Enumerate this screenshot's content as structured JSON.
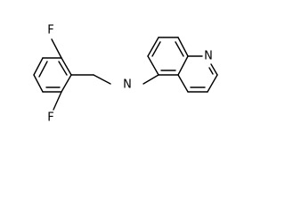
{
  "molecule": {
    "atoms": {
      "f_top": "F",
      "f_bottom": "F",
      "amine": "N",
      "ring_n": "N"
    }
  },
  "colors": {
    "background": "#ffffff",
    "ink": "#000000"
  }
}
